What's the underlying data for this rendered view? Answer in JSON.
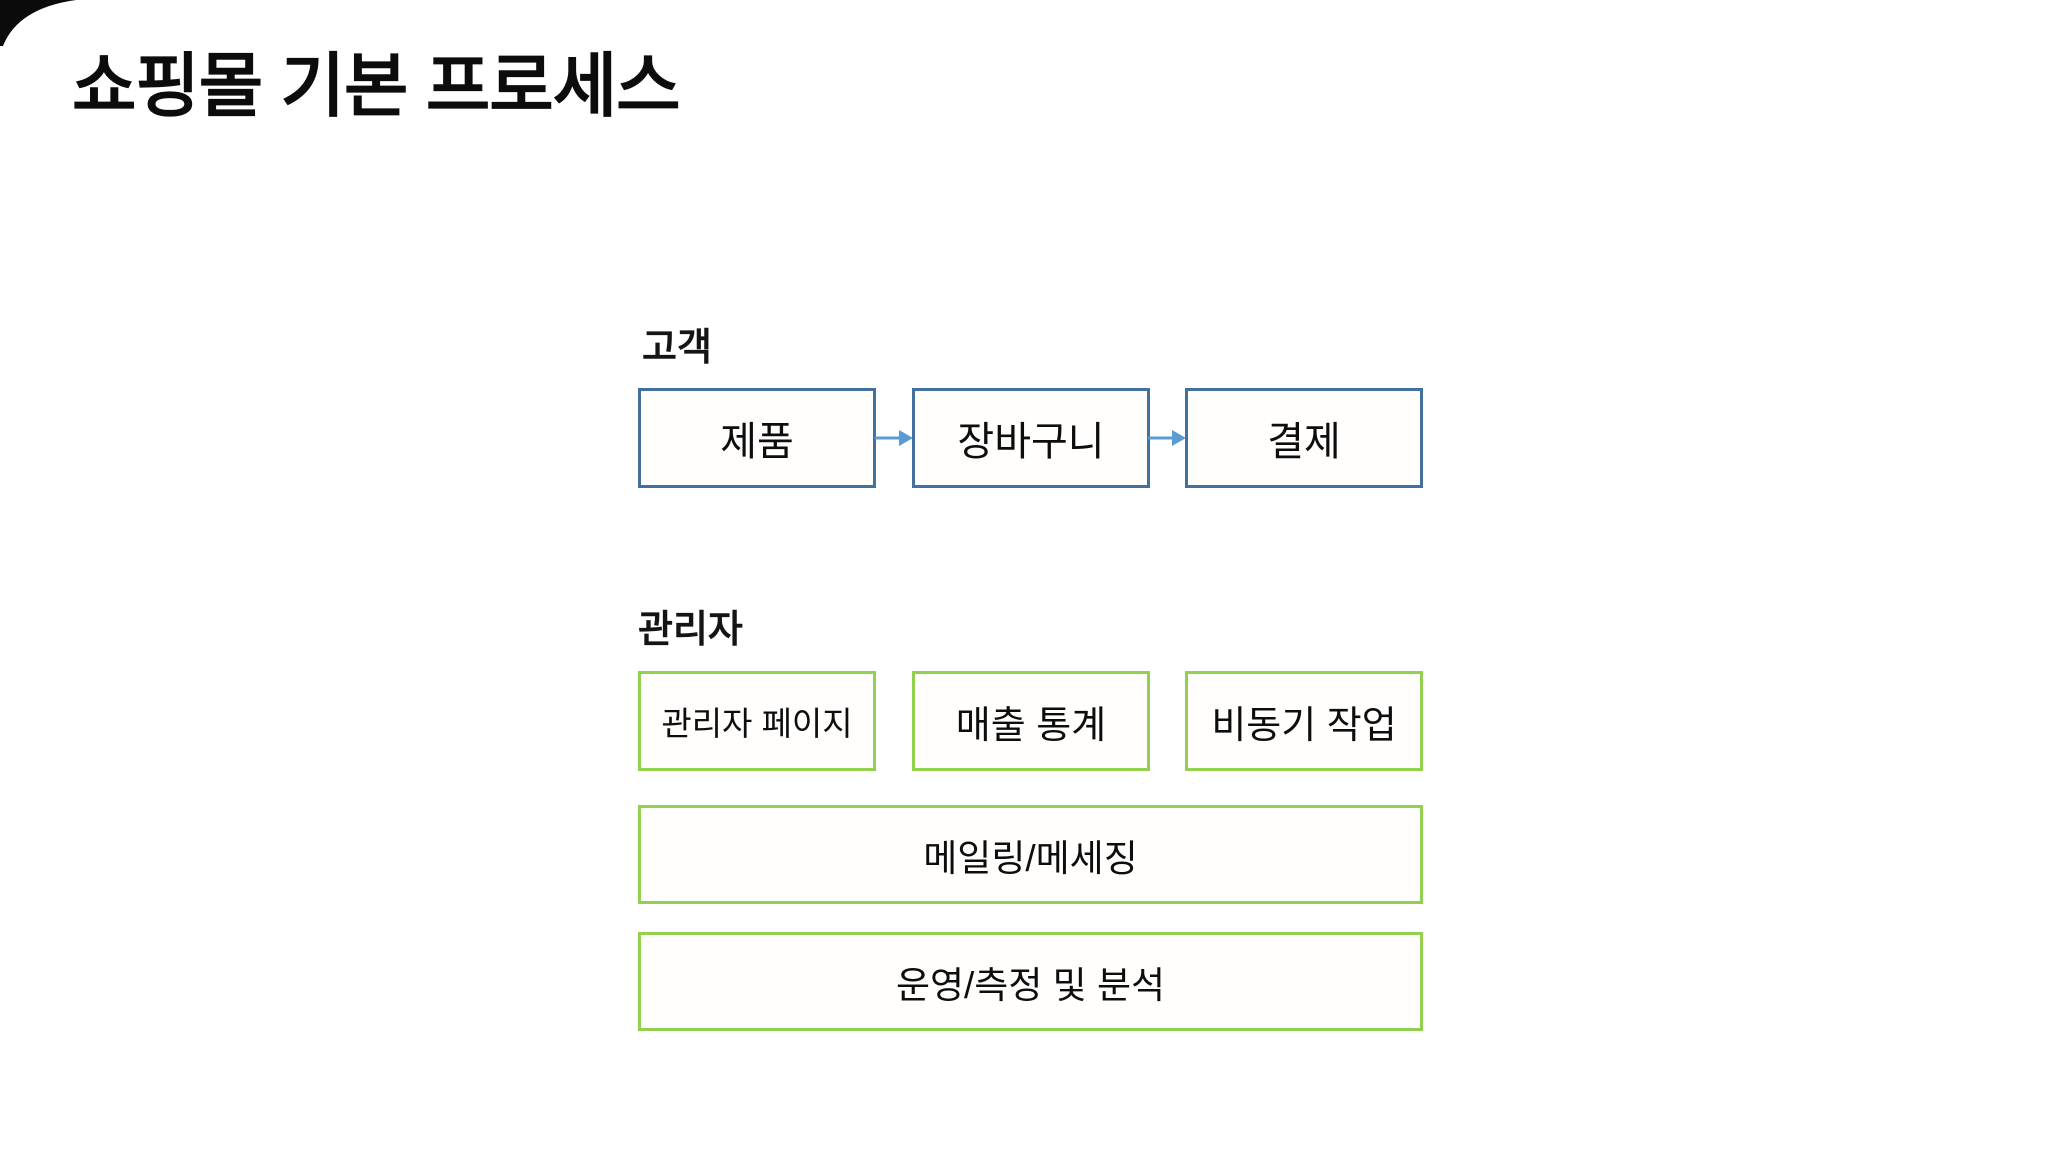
{
  "slide": {
    "title": "쇼핑몰 기본 프로세스"
  },
  "colors": {
    "customer_node_border": "#41719C",
    "admin_node_border": "#92D050",
    "arrow": "#5B9BD5",
    "text": "#0D0D0D",
    "background": "#FFFFFF"
  },
  "sections": {
    "customer": {
      "label": "고객",
      "nodes": [
        {
          "label": "제품"
        },
        {
          "label": "장바구니"
        },
        {
          "label": "결제"
        }
      ],
      "connectors": [
        "제품 → 장바구니",
        "장바구니 → 결제"
      ]
    },
    "admin": {
      "label": "관리자",
      "nodes": [
        {
          "label": "관리자 페이지"
        },
        {
          "label": "매출 통계"
        },
        {
          "label": "비동기 작업"
        }
      ],
      "wide_nodes": [
        {
          "label": "메일링/메세징"
        },
        {
          "label": "운영/측정 및 분석"
        }
      ]
    }
  }
}
